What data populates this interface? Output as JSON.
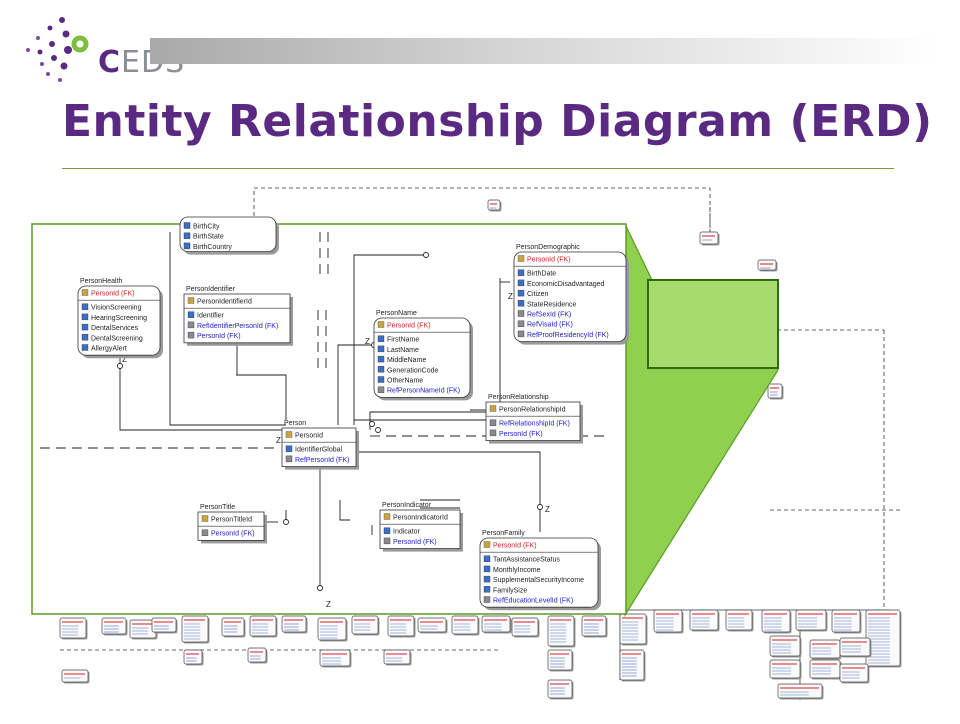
{
  "logo": {
    "text_c": "C",
    "text_rest": "EDS"
  },
  "slide": {
    "title": "Entity Relationship Diagram (ERD)"
  },
  "colors": {
    "title": "#5a2a82",
    "highlight_green": "#8fd14f",
    "fk_red": "#d21f1f",
    "link_blue": "#2020c8"
  },
  "diagram": {
    "cardinality_z": "Z",
    "entities": [
      {
        "id": "birth",
        "title": "",
        "pk": [],
        "attrs": [
          "BirthCity",
          "BirthState",
          "BirthCountry"
        ]
      },
      {
        "id": "personhealth",
        "title": "PersonHealth",
        "pk": [
          "PersonId (FK)"
        ],
        "attrs": [
          "VisionScreening",
          "HearingScreening",
          "DentalServices",
          "DentalScreening",
          "AllergyAlert"
        ]
      },
      {
        "id": "personidentifier",
        "title": "PersonIdentifier",
        "pk": [
          "PersonIdentifierId"
        ],
        "attrs": [
          "Identifier",
          "RefIdentifierPersonId (FK)",
          "PersonId (FK)"
        ]
      },
      {
        "id": "persondemographic",
        "title": "PersonDemographic",
        "pk": [
          "PersonId (FK)"
        ],
        "attrs": [
          "BirthDate",
          "EconomicDisadvantaged",
          "Citizen",
          "StateResidence",
          "RefSexId (FK)",
          "RefVisaId (FK)",
          "RefProofResidencyId (FK)"
        ]
      },
      {
        "id": "personname",
        "title": "PersonName",
        "pk": [
          "PersonId (FK)"
        ],
        "attrs": [
          "FirstName",
          "LastName",
          "MiddleName",
          "GenerationCode",
          "OtherName",
          "RefPersonNameId (FK)"
        ]
      },
      {
        "id": "personrelationship",
        "title": "PersonRelationship",
        "pk": [
          "PersonRelationshipId"
        ],
        "attrs": [
          "RefRelationshipId (FK)",
          "PersonId (FK)"
        ]
      },
      {
        "id": "person",
        "title": "Person",
        "pk": [
          "PersonId"
        ],
        "attrs": [
          "IdentifierGlobal",
          "RefPersonId (FK)"
        ]
      },
      {
        "id": "persontitle",
        "title": "PersonTitle",
        "pk": [
          "PersonTitleId"
        ],
        "attrs": [
          "PersonId (FK)"
        ]
      },
      {
        "id": "personindicator",
        "title": "PersonIndicator",
        "pk": [
          "PersonIndicatorId"
        ],
        "attrs": [
          "Indicator",
          "PersonId (FK)"
        ]
      },
      {
        "id": "personfamily",
        "title": "PersonFamily",
        "pk": [
          "PersonId (FK)"
        ],
        "attrs": [
          "TantAssistanceStatus",
          "MonthlyIncome",
          "SupplementalSecurityIncome",
          "FamilySize",
          "RefEducationLevelId (FK)"
        ]
      }
    ]
  }
}
